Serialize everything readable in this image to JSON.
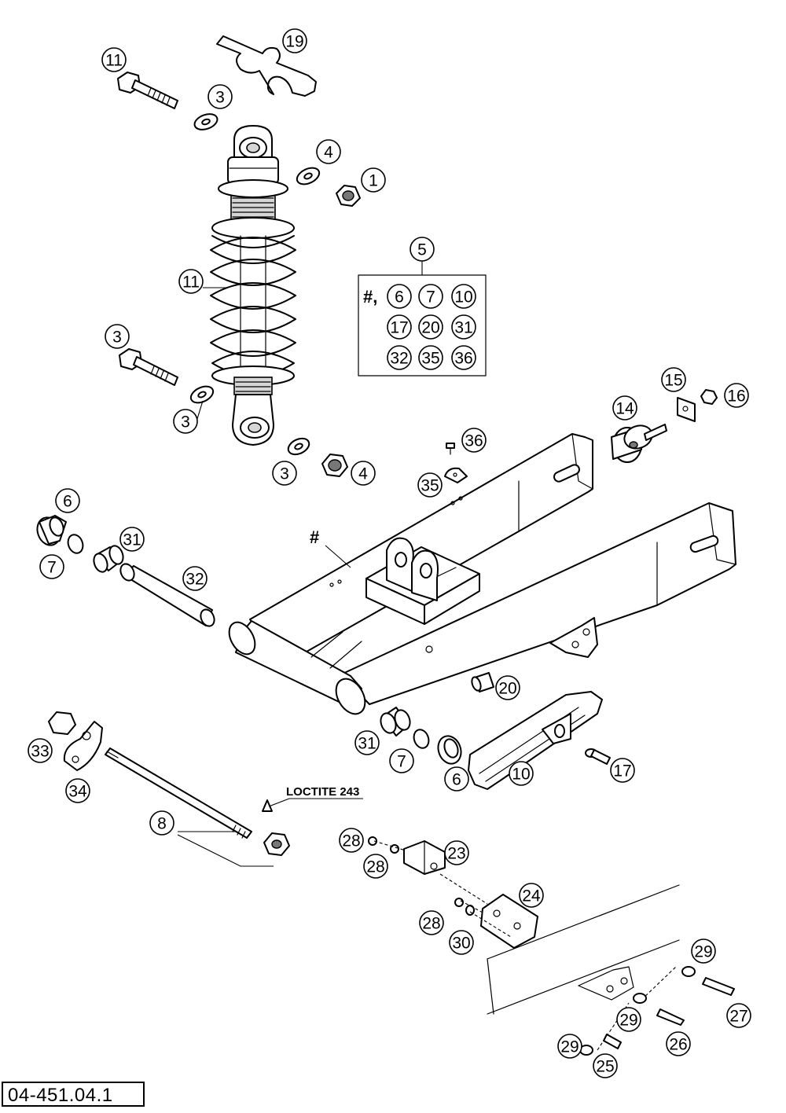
{
  "drawing_code": "04-451.04.1",
  "loctite_label": "LOCTITE 243",
  "hash_label": "#",
  "kit": {
    "number": "5",
    "prefix": "#,",
    "items": [
      "6",
      "7",
      "10",
      "17",
      "20",
      "31",
      "32",
      "35",
      "36"
    ]
  },
  "callouts": [
    "19",
    "11",
    "3",
    "3",
    "4",
    "1",
    "11",
    "3",
    "3",
    "4",
    "5",
    "15",
    "16",
    "14",
    "36",
    "35",
    "6",
    "31",
    "7",
    "32",
    "20",
    "33",
    "31",
    "7",
    "34",
    "6",
    "10",
    "17",
    "8",
    "28",
    "23",
    "28",
    "24",
    "28",
    "30",
    "29",
    "27",
    "29",
    "26",
    "29",
    "25"
  ]
}
